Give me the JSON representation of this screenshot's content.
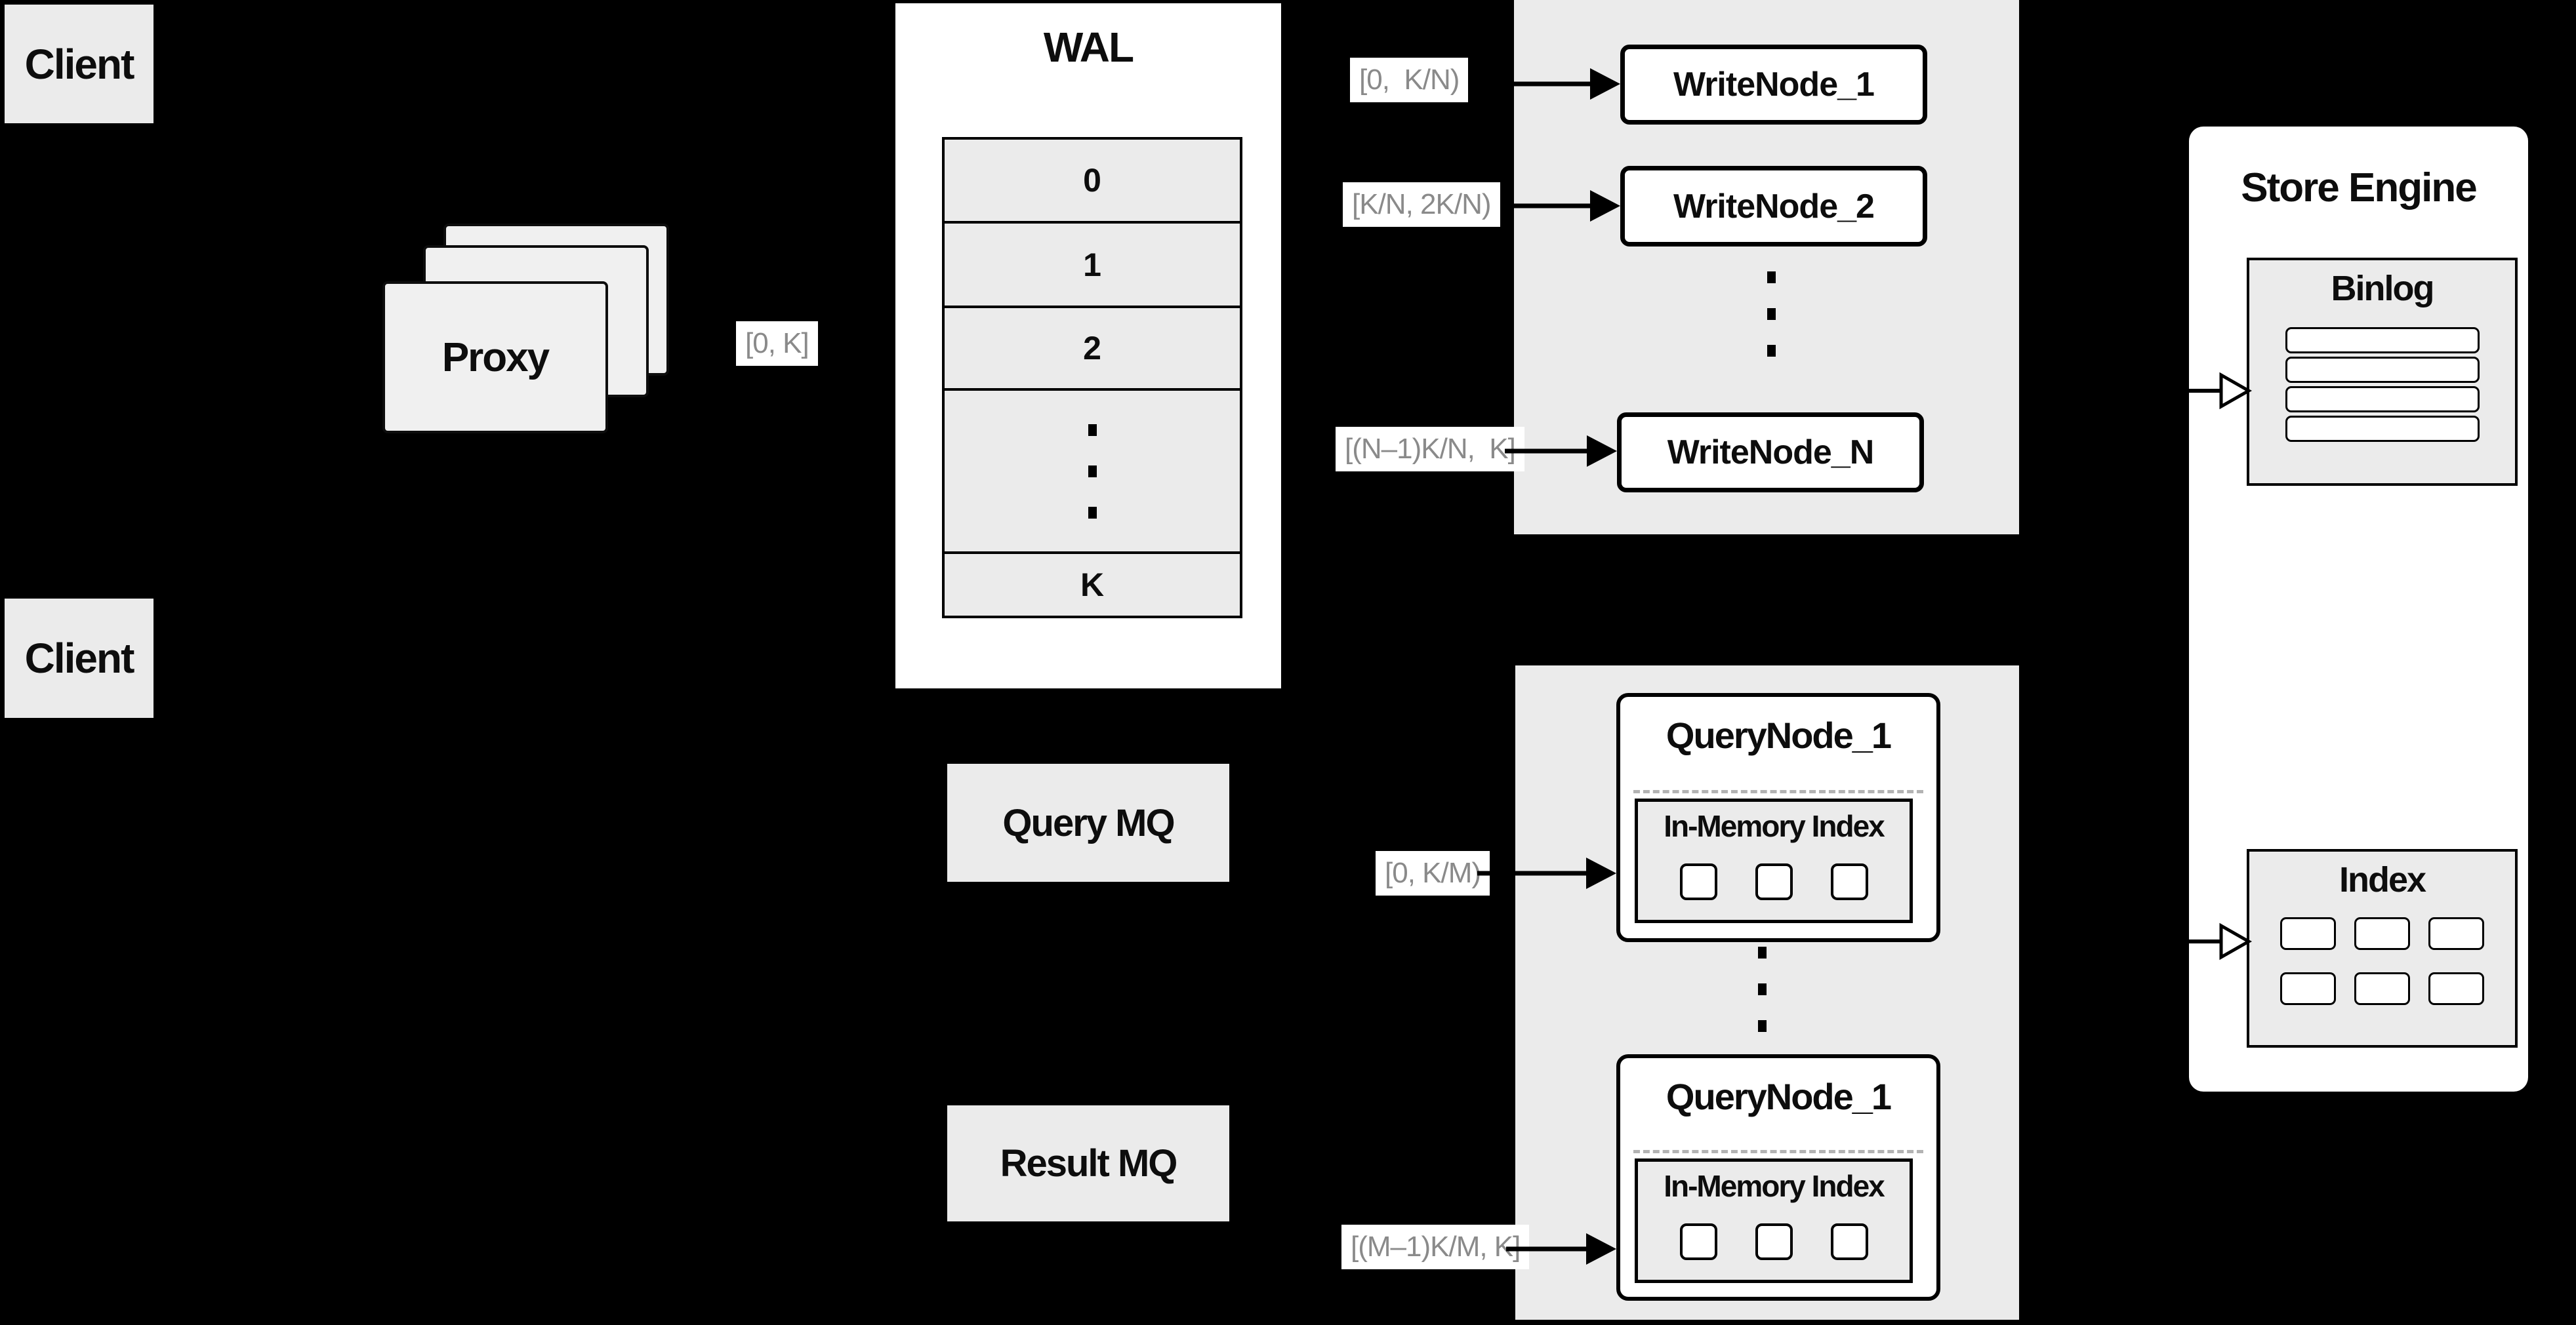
{
  "colors": {
    "background": "#000000",
    "panel_gray": "#ebebeb",
    "box_white": "#ffffff",
    "border_black": "#000000",
    "label_text_gray": "#8a8a8a",
    "dashed_separator_gray": "#b3b3b3"
  },
  "clients": {
    "top_label": "Client",
    "bottom_label": "Client"
  },
  "proxy": {
    "label": "Proxy"
  },
  "range_labels": {
    "proxy_to_wal": "[0, K]",
    "write_node_1": "[0,  K/N)",
    "write_node_2": "[K/N, 2K/N)",
    "write_node_n": "[(N–1)K/N,  K]",
    "query_node_1": "[0, K/M)",
    "query_node_m": "[(M–1)K/M, K]"
  },
  "wal": {
    "title": "WAL",
    "rows": [
      "0",
      "1",
      "2"
    ],
    "last_row": "K"
  },
  "mq": {
    "query_label": "Query MQ",
    "result_label": "Result MQ"
  },
  "write_nodes": {
    "node1": "WriteNode_1",
    "node2": "WriteNode_2",
    "nodeN": "WriteNode_N"
  },
  "query_nodes": {
    "top_title": "QueryNode_1",
    "bottom_title": "QueryNode_1",
    "inmemory_title": "In-Memory Index"
  },
  "store_engine": {
    "title": "Store Engine",
    "binlog_title": "Binlog",
    "index_title": "Index"
  }
}
